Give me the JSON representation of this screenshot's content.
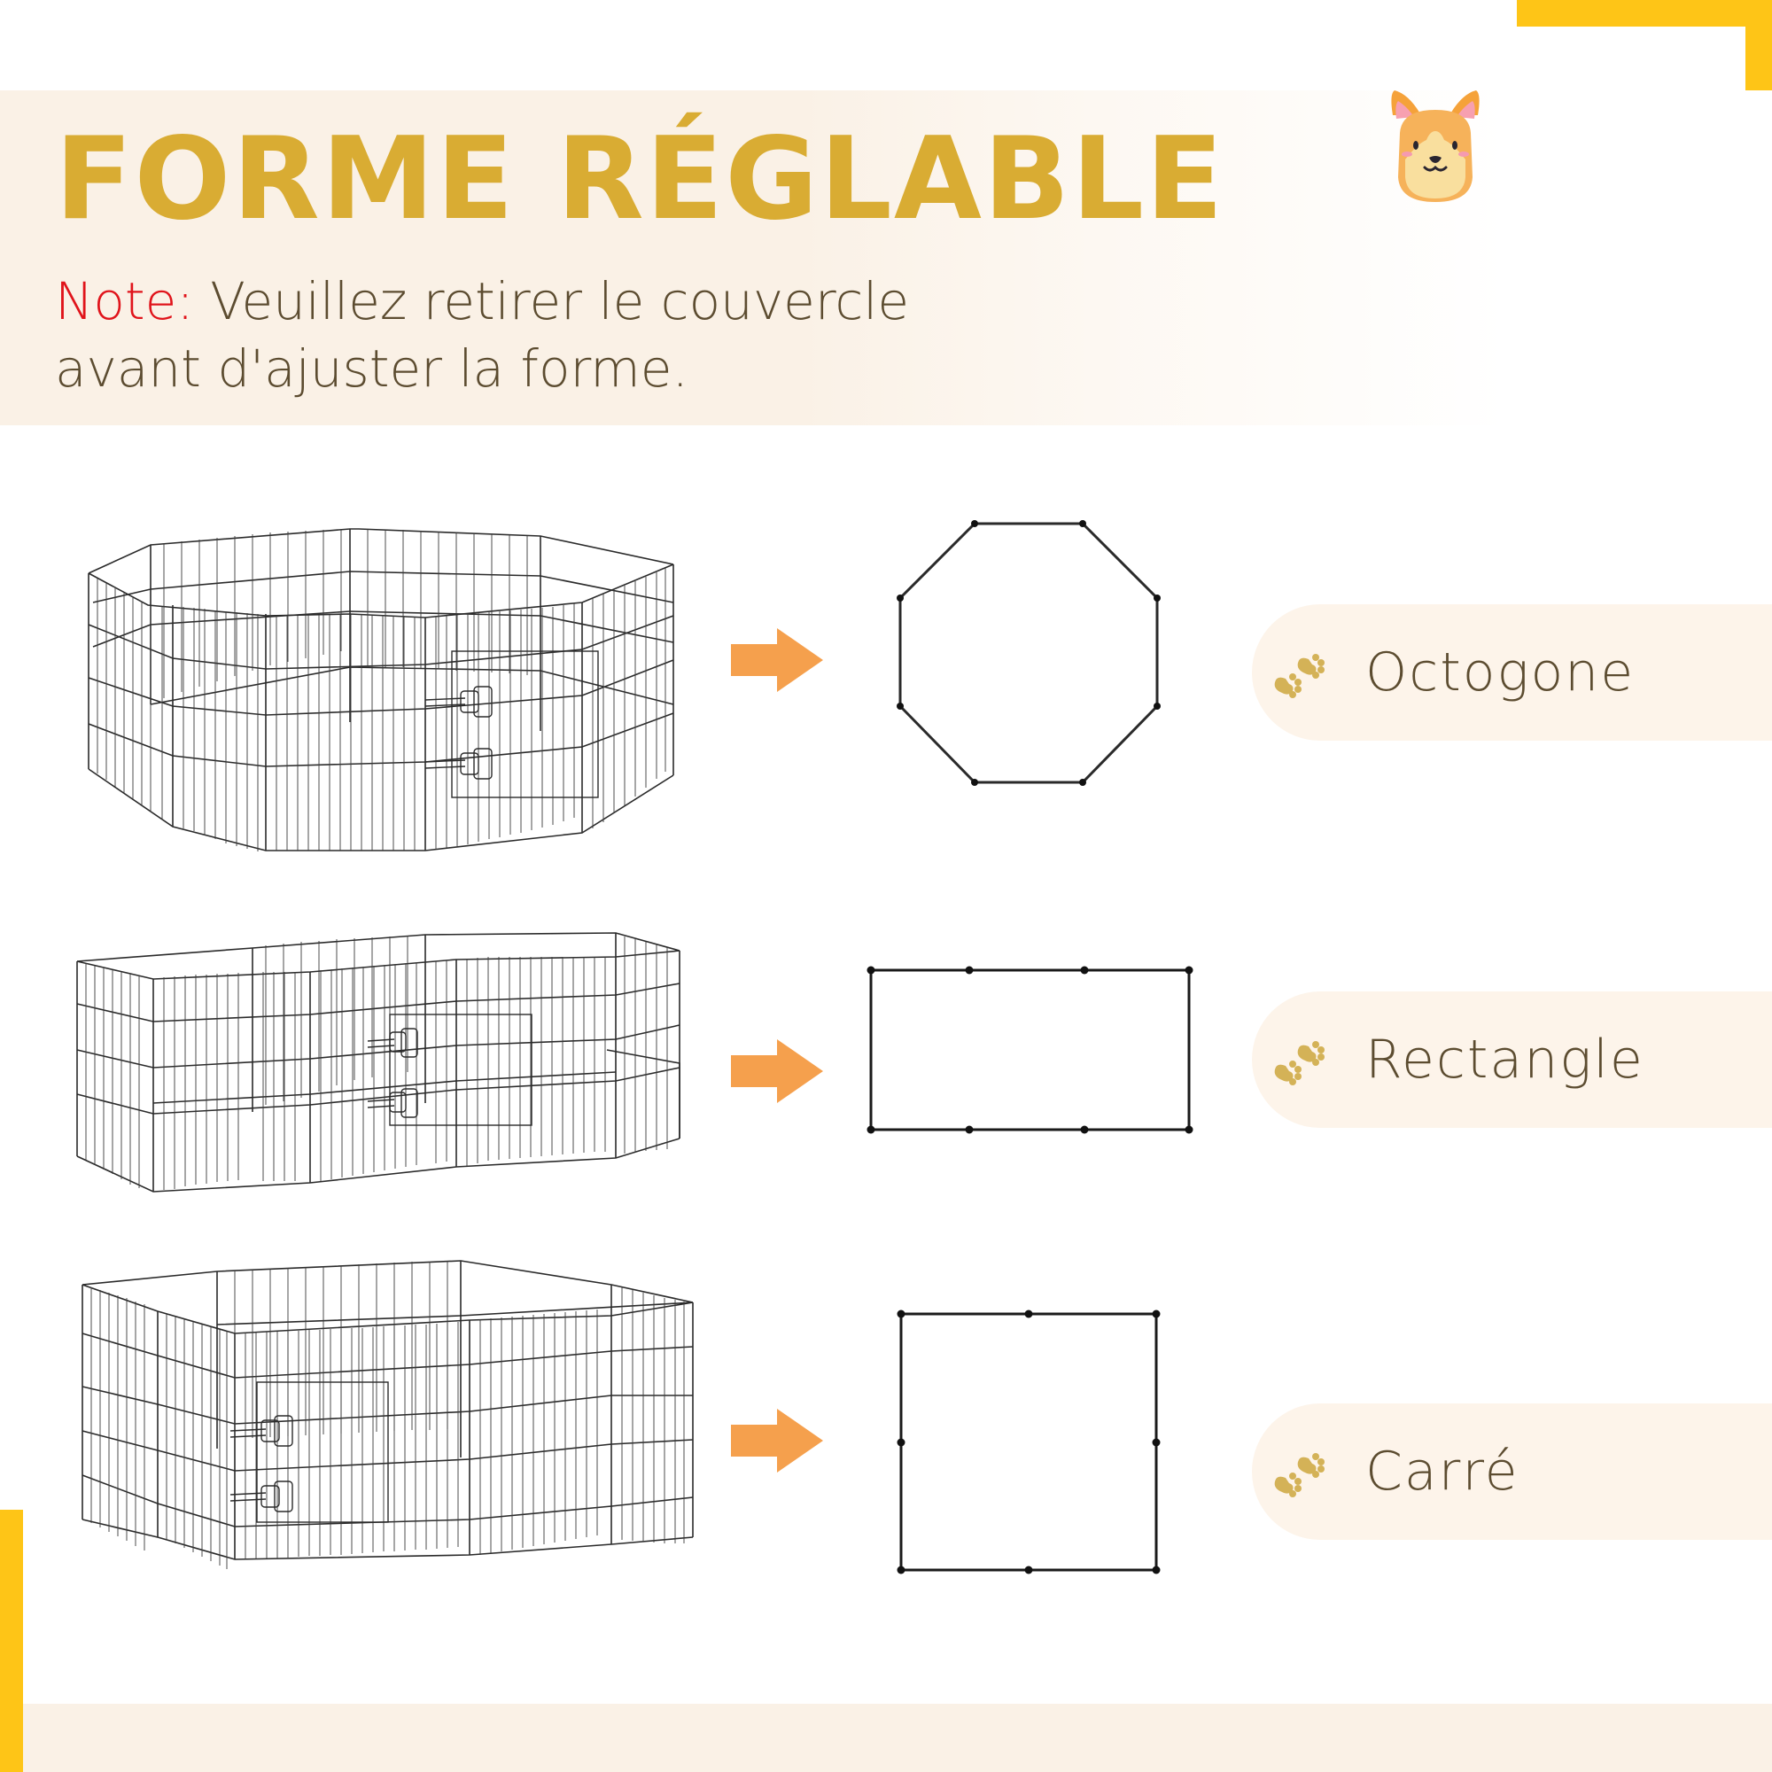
{
  "header": {
    "title": "FORME RÉGLABLE",
    "note_label": "Note:",
    "note_line1": " Veuillez retirer le couvercle",
    "note_line2": "avant d'ajuster la forme."
  },
  "mascot": {
    "icon": "corgi-dog-face-icon"
  },
  "colors": {
    "accent_yellow": "#fec517",
    "title_gold": "#d9ac33",
    "note_red": "#e0141b",
    "text_brown": "#5c4c30",
    "band_cream": "#faf1e6",
    "pill_cream": "#fdf4ea",
    "arrow_orange": "#f5a04d",
    "paw_gold": "#d4b257",
    "line_dark": "#222222"
  },
  "shapes": [
    {
      "id": "octagon",
      "label": "Octogone",
      "panels": 8,
      "arrow_icon": "arrow-right-icon",
      "paw_icon": "paw-prints-icon"
    },
    {
      "id": "rectangle",
      "label": "Rectangle",
      "panels": 8,
      "arrow_icon": "arrow-right-icon",
      "paw_icon": "paw-prints-icon"
    },
    {
      "id": "square",
      "label": "Carré",
      "panels": 8,
      "arrow_icon": "arrow-right-icon",
      "paw_icon": "paw-prints-icon"
    }
  ]
}
